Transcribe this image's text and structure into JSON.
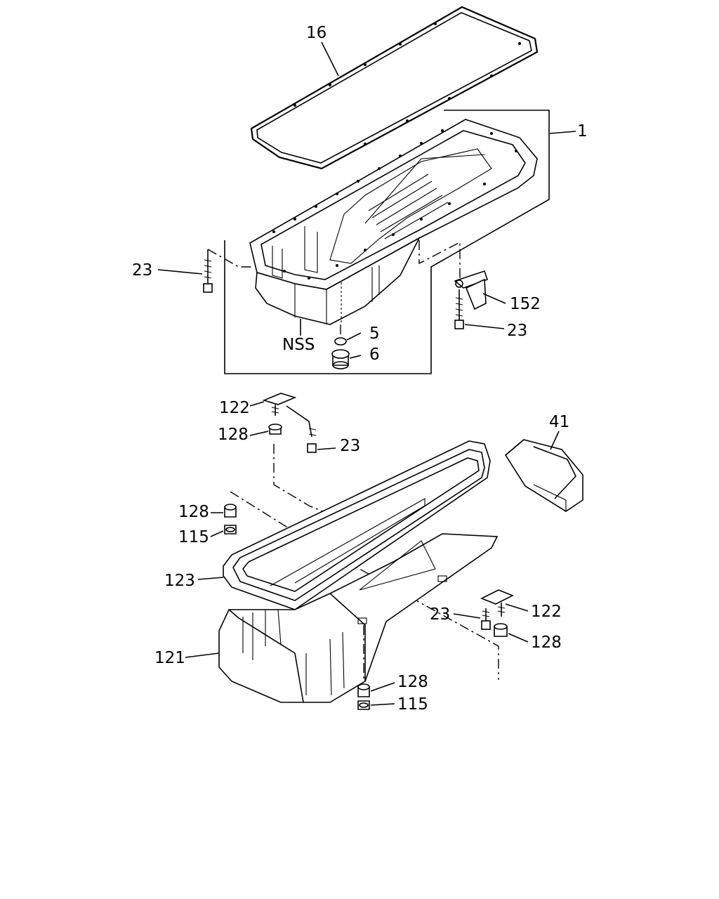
{
  "diagram": {
    "type": "exploded-parts-diagram",
    "callouts": {
      "c16": "16",
      "c1": "1",
      "c23a": "23",
      "c152": "152",
      "c23b": "23",
      "c5": "5",
      "cNSS": "NSS",
      "c6": "6",
      "c122a": "122",
      "c128a": "128",
      "c23c": "23",
      "c41": "41",
      "c128b": "128",
      "c115a": "115",
      "c123": "123",
      "c23d": "23",
      "c122b": "122",
      "c128c": "128",
      "c121": "121",
      "c128d": "128",
      "c115b": "115"
    }
  }
}
